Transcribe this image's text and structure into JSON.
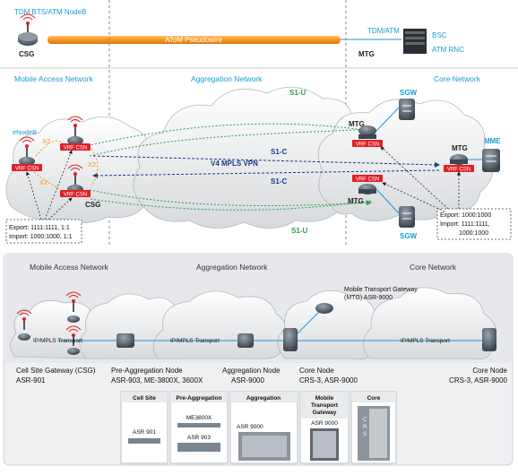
{
  "top": {
    "tdm_bts": "TDM BTS/ATM NodeB",
    "csg_label": "CSG",
    "pseudowire": "AToM Pseudowire",
    "tdm_atm": "TDM/ATM",
    "bsc": "BSC",
    "atm_rnc": "ATM RNC",
    "mtg": "MTG"
  },
  "upper": {
    "mobile_access": "Mobile Access Network",
    "aggregation": "Aggregation Network",
    "core": "Core Network",
    "enodeb": "eNodeB",
    "x2": "X2",
    "vrf_csn": "VRF CSN",
    "csg": "CSG",
    "v4_mpls_vpn": "V4 MPLS VPN",
    "s1_u": "S1-U",
    "s1_c": "S1-C",
    "sgw": "SGW",
    "mtg": "MTG",
    "mme": "MME",
    "export_import_left": [
      "Export: 1111:1111, 1:1",
      "Import: 1000:1000, 1:1"
    ],
    "export_import_right": [
      "Export: 1000:1000",
      "Import: 1111:1111,",
      "1000:1000"
    ]
  },
  "lower": {
    "mobile_access": "Mobile Access Network",
    "aggregation": "Aggregation Network",
    "core": "Core Network",
    "mtg_title": [
      "Mobile Transport Gateway",
      "(MTG) ASR-9000"
    ],
    "ipmpls": "IP/MPLS Transport",
    "csg_caption": [
      "Cell Site Gateway (CSG)",
      "ASR-901"
    ],
    "preagg_caption": [
      "Pre-Aggregation Node",
      "ASR-903, ME-3800X, 3600X"
    ],
    "agg_caption": [
      "Aggregation Node",
      "ASR-9000"
    ],
    "core_mid_caption": [
      "Core Node",
      "CRS-3, ASR-9000"
    ],
    "core_right_caption": [
      "Core Node",
      "CRS-3, ASR-9000"
    ]
  },
  "products": [
    {
      "title": "Cell Site",
      "items": [
        "ASR 901"
      ]
    },
    {
      "title": "Pre-Aggregation",
      "items": [
        "ME3800X",
        "ASR 903"
      ]
    },
    {
      "title": "Aggregation",
      "items": [
        "ASR 9000"
      ]
    },
    {
      "title": "Mobile Transport Gateway",
      "title_lines": [
        "Mobile",
        "Transport",
        "Gateway"
      ],
      "items": [
        "ASR 9000"
      ]
    },
    {
      "title": "Core",
      "items": [
        "CRS"
      ]
    }
  ],
  "colors": {
    "accent_blue": "#1a9ad6",
    "vrf_red": "#e01f26",
    "pseudowire_orange": "#f7941d",
    "s1u_green": "#2e9e4e",
    "s1c_navy": "#1b3a8c"
  }
}
